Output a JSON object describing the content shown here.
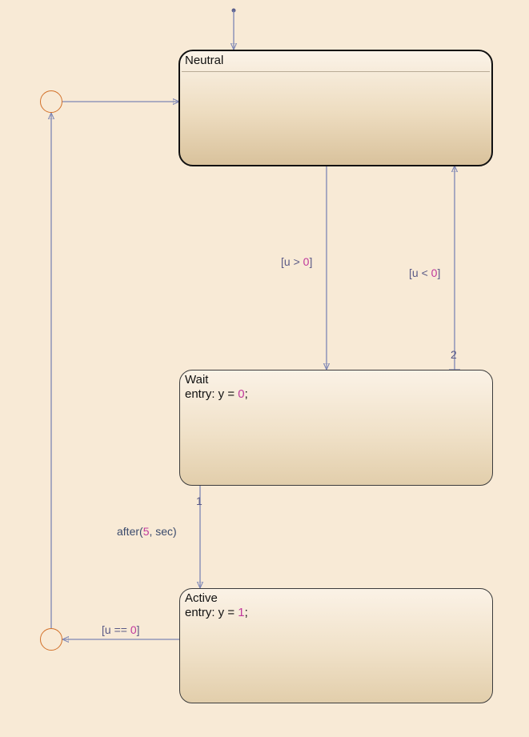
{
  "states": {
    "neutral": {
      "name": "Neutral"
    },
    "wait": {
      "name": "Wait",
      "entry_prefix": "entry: y = ",
      "entry_value": "0",
      "entry_suffix": ";"
    },
    "active": {
      "name": "Active",
      "entry_prefix": "entry: y = ",
      "entry_value": "1",
      "entry_suffix": ";"
    }
  },
  "transitions": {
    "neutral_to_wait": {
      "open": "[u > ",
      "value": "0",
      "close": "]"
    },
    "wait_to_neutral": {
      "open": "[u < ",
      "value": "0",
      "close": "]",
      "order": "2"
    },
    "wait_to_active": {
      "open": "after(",
      "value": "5",
      "close": ", sec)",
      "order": "1"
    },
    "active_to_junction": {
      "open": "[u == ",
      "value": "0",
      "close": "]"
    }
  },
  "colors": {
    "transition": "#7d86b5",
    "junction": "#d2712a",
    "numeric": "#c0399c",
    "background": "#f8ead6"
  }
}
